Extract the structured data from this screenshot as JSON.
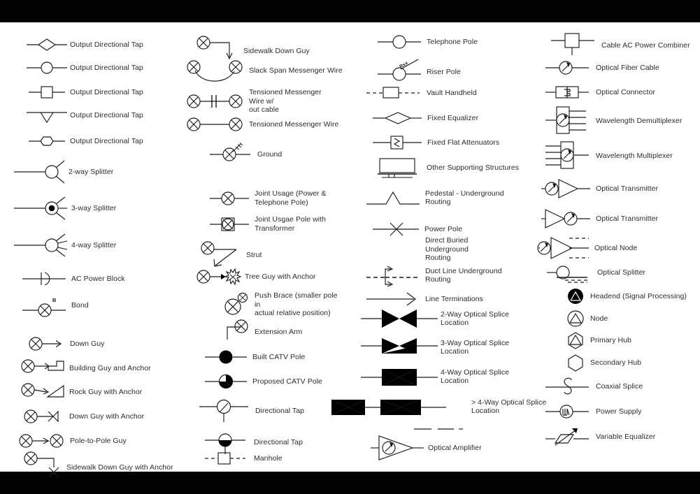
{
  "page": {
    "title": "CATV and Fiber Optic Network Symbol Legend",
    "background_color": "#ffffff",
    "letterbox_color": "#000000",
    "text_color": "#2b2b33",
    "stroke_color": "#1a1a1a"
  },
  "columns": [
    {
      "id": "column-1",
      "items": [
        {
          "label": "Output Directional Tap",
          "icon": "diamond-inline-tap-icon"
        },
        {
          "label": "Output Directional Tap",
          "icon": "circle-inline-tap-icon"
        },
        {
          "label": "Output Directional Tap",
          "icon": "square-inline-tap-icon"
        },
        {
          "label": "Output Directional Tap",
          "icon": "triangle-down-tap-icon"
        },
        {
          "label": "Output Directional Tap",
          "icon": "hexagon-inline-tap-icon"
        },
        {
          "label": "2-way Splitter",
          "icon": "two-way-splitter-icon"
        },
        {
          "label": "3-way Splitter",
          "icon": "three-way-splitter-icon"
        },
        {
          "label": "4-way Splitter",
          "icon": "four-way-splitter-icon"
        },
        {
          "label": "AC Power Block",
          "icon": "ac-power-block-icon"
        },
        {
          "label": "Bond",
          "icon": "bond-icon",
          "annotation": "B"
        },
        {
          "label": "Down Guy",
          "icon": "down-guy-icon"
        },
        {
          "label": "Building Guy and Anchor",
          "icon": "building-guy-anchor-icon"
        },
        {
          "label": "Rock Guy with Anchor",
          "icon": "rock-guy-anchor-icon"
        },
        {
          "label": "Down Guy with Anchor",
          "icon": "down-guy-anchor-icon"
        },
        {
          "label": "Pole-to-Pole Guy",
          "icon": "pole-to-pole-guy-icon"
        },
        {
          "label": "Sidewalk Down Guy with Anchor",
          "icon": "sidewalk-down-guy-anchor-icon"
        }
      ]
    },
    {
      "id": "column-2",
      "items": [
        {
          "label": "Sidewalk Down Guy",
          "icon": "sidewalk-down-guy-icon"
        },
        {
          "label": "Slack Span Messenger Wire",
          "icon": "slack-span-messenger-wire-icon"
        },
        {
          "label": "Tensioned Messenger Wire w/\nout cable",
          "icon": "tensioned-messenger-wire-no-cable-icon"
        },
        {
          "label": "Tensioned Messenger Wire",
          "icon": "tensioned-messenger-wire-icon"
        },
        {
          "label": "Ground",
          "icon": "ground-icon"
        },
        {
          "label": "Joint Usage (Power &\nTelephone Pole)",
          "icon": "joint-usage-pole-icon"
        },
        {
          "label": "Joint Usgae Pole with\nTransformer",
          "icon": "joint-usage-pole-transformer-icon"
        },
        {
          "label": "Strut",
          "icon": "strut-icon"
        },
        {
          "label": "Tree Guy with Anchor",
          "icon": "tree-guy-anchor-icon"
        },
        {
          "label": "Push Brace (smaller pole in\nactual relative position)",
          "icon": "push-brace-icon"
        },
        {
          "label": "Extension Arm",
          "icon": "extension-arm-icon"
        },
        {
          "label": "Built CATV Pole",
          "icon": "built-catv-pole-icon"
        },
        {
          "label": "Proposed CATV Pole",
          "icon": "proposed-catv-pole-icon"
        },
        {
          "label": "Directional Tap",
          "icon": "directional-tap-open-icon"
        },
        {
          "label": "Directional Tap",
          "icon": "directional-tap-filled-icon"
        },
        {
          "label": "Manhole",
          "icon": "manhole-icon"
        }
      ]
    },
    {
      "id": "column-3",
      "items": [
        {
          "label": "Telephone Pole",
          "icon": "telephone-pole-icon"
        },
        {
          "label": "Riser Pole",
          "icon": "riser-pole-icon",
          "annotation": "Rxx"
        },
        {
          "label": "Vault Handheld",
          "icon": "vault-handheld-icon"
        },
        {
          "label": "Fixed Equalizer",
          "icon": "fixed-equalizer-icon"
        },
        {
          "label": "Fixed Flat Attenuators",
          "icon": "fixed-flat-attenuators-icon"
        },
        {
          "label": "Other Supporting Structures",
          "icon": "other-supporting-structures-icon"
        },
        {
          "label": "Pedestal - Underground\nRouting",
          "icon": "pedestal-underground-routing-icon"
        },
        {
          "label": "Power Pole",
          "icon": "power-pole-icon"
        },
        {
          "label": "Direct Buried Underground\nRouting",
          "icon": "none"
        },
        {
          "label": "Duct Line Underground\nRouting",
          "icon": "duct-line-underground-routing-icon"
        },
        {
          "label": "Line Terminations",
          "icon": "line-terminations-icon"
        },
        {
          "label": "2-Way Optical Splice\nLocation",
          "icon": "two-way-optical-splice-icon"
        },
        {
          "label": "3-Way Optical Splice\nLocation",
          "icon": "three-way-optical-splice-icon"
        },
        {
          "label": "4-Way Optical Splice\nLocation",
          "icon": "four-way-optical-splice-icon"
        },
        {
          "label": "> 4-Way Optical Splice\nLocation",
          "icon": "greater-four-way-optical-splice-icon"
        },
        {
          "label": "Optical Amplifier",
          "icon": "optical-amplifier-icon"
        }
      ]
    },
    {
      "id": "column-4",
      "items": [
        {
          "label": "Cable AC Power Combiner",
          "icon": "cable-ac-power-combiner-icon"
        },
        {
          "label": "Optical Fiber Cable",
          "icon": "optical-fiber-cable-icon"
        },
        {
          "label": "Optical Connector",
          "icon": "optical-connector-icon"
        },
        {
          "label": "Wavelength Demultiplexer",
          "icon": "wavelength-demultiplexer-icon"
        },
        {
          "label": "Wavelength Multiplexer",
          "icon": "wavelength-multiplexer-icon"
        },
        {
          "label": "Optical Transmitter",
          "icon": "optical-transmitter-left-icon"
        },
        {
          "label": "Optical Transmitter",
          "icon": "optical-transmitter-right-icon"
        },
        {
          "label": "Optical Node",
          "icon": "optical-node-icon"
        },
        {
          "label": "Optical Splitter",
          "icon": "optical-splitter-icon"
        },
        {
          "label": "Headend (Signal Processing)",
          "icon": "headend-icon"
        },
        {
          "label": "Node",
          "icon": "node-icon"
        },
        {
          "label": "Primary Hub",
          "icon": "primary-hub-icon"
        },
        {
          "label": "Secondary Hub",
          "icon": "secondary-hub-icon"
        },
        {
          "label": "Coaxial Splice",
          "icon": "coaxial-splice-icon"
        },
        {
          "label": "Power Supply",
          "icon": "power-supply-icon"
        },
        {
          "label": "Variable Equalizer",
          "icon": "variable-equalizer-icon"
        }
      ]
    }
  ]
}
